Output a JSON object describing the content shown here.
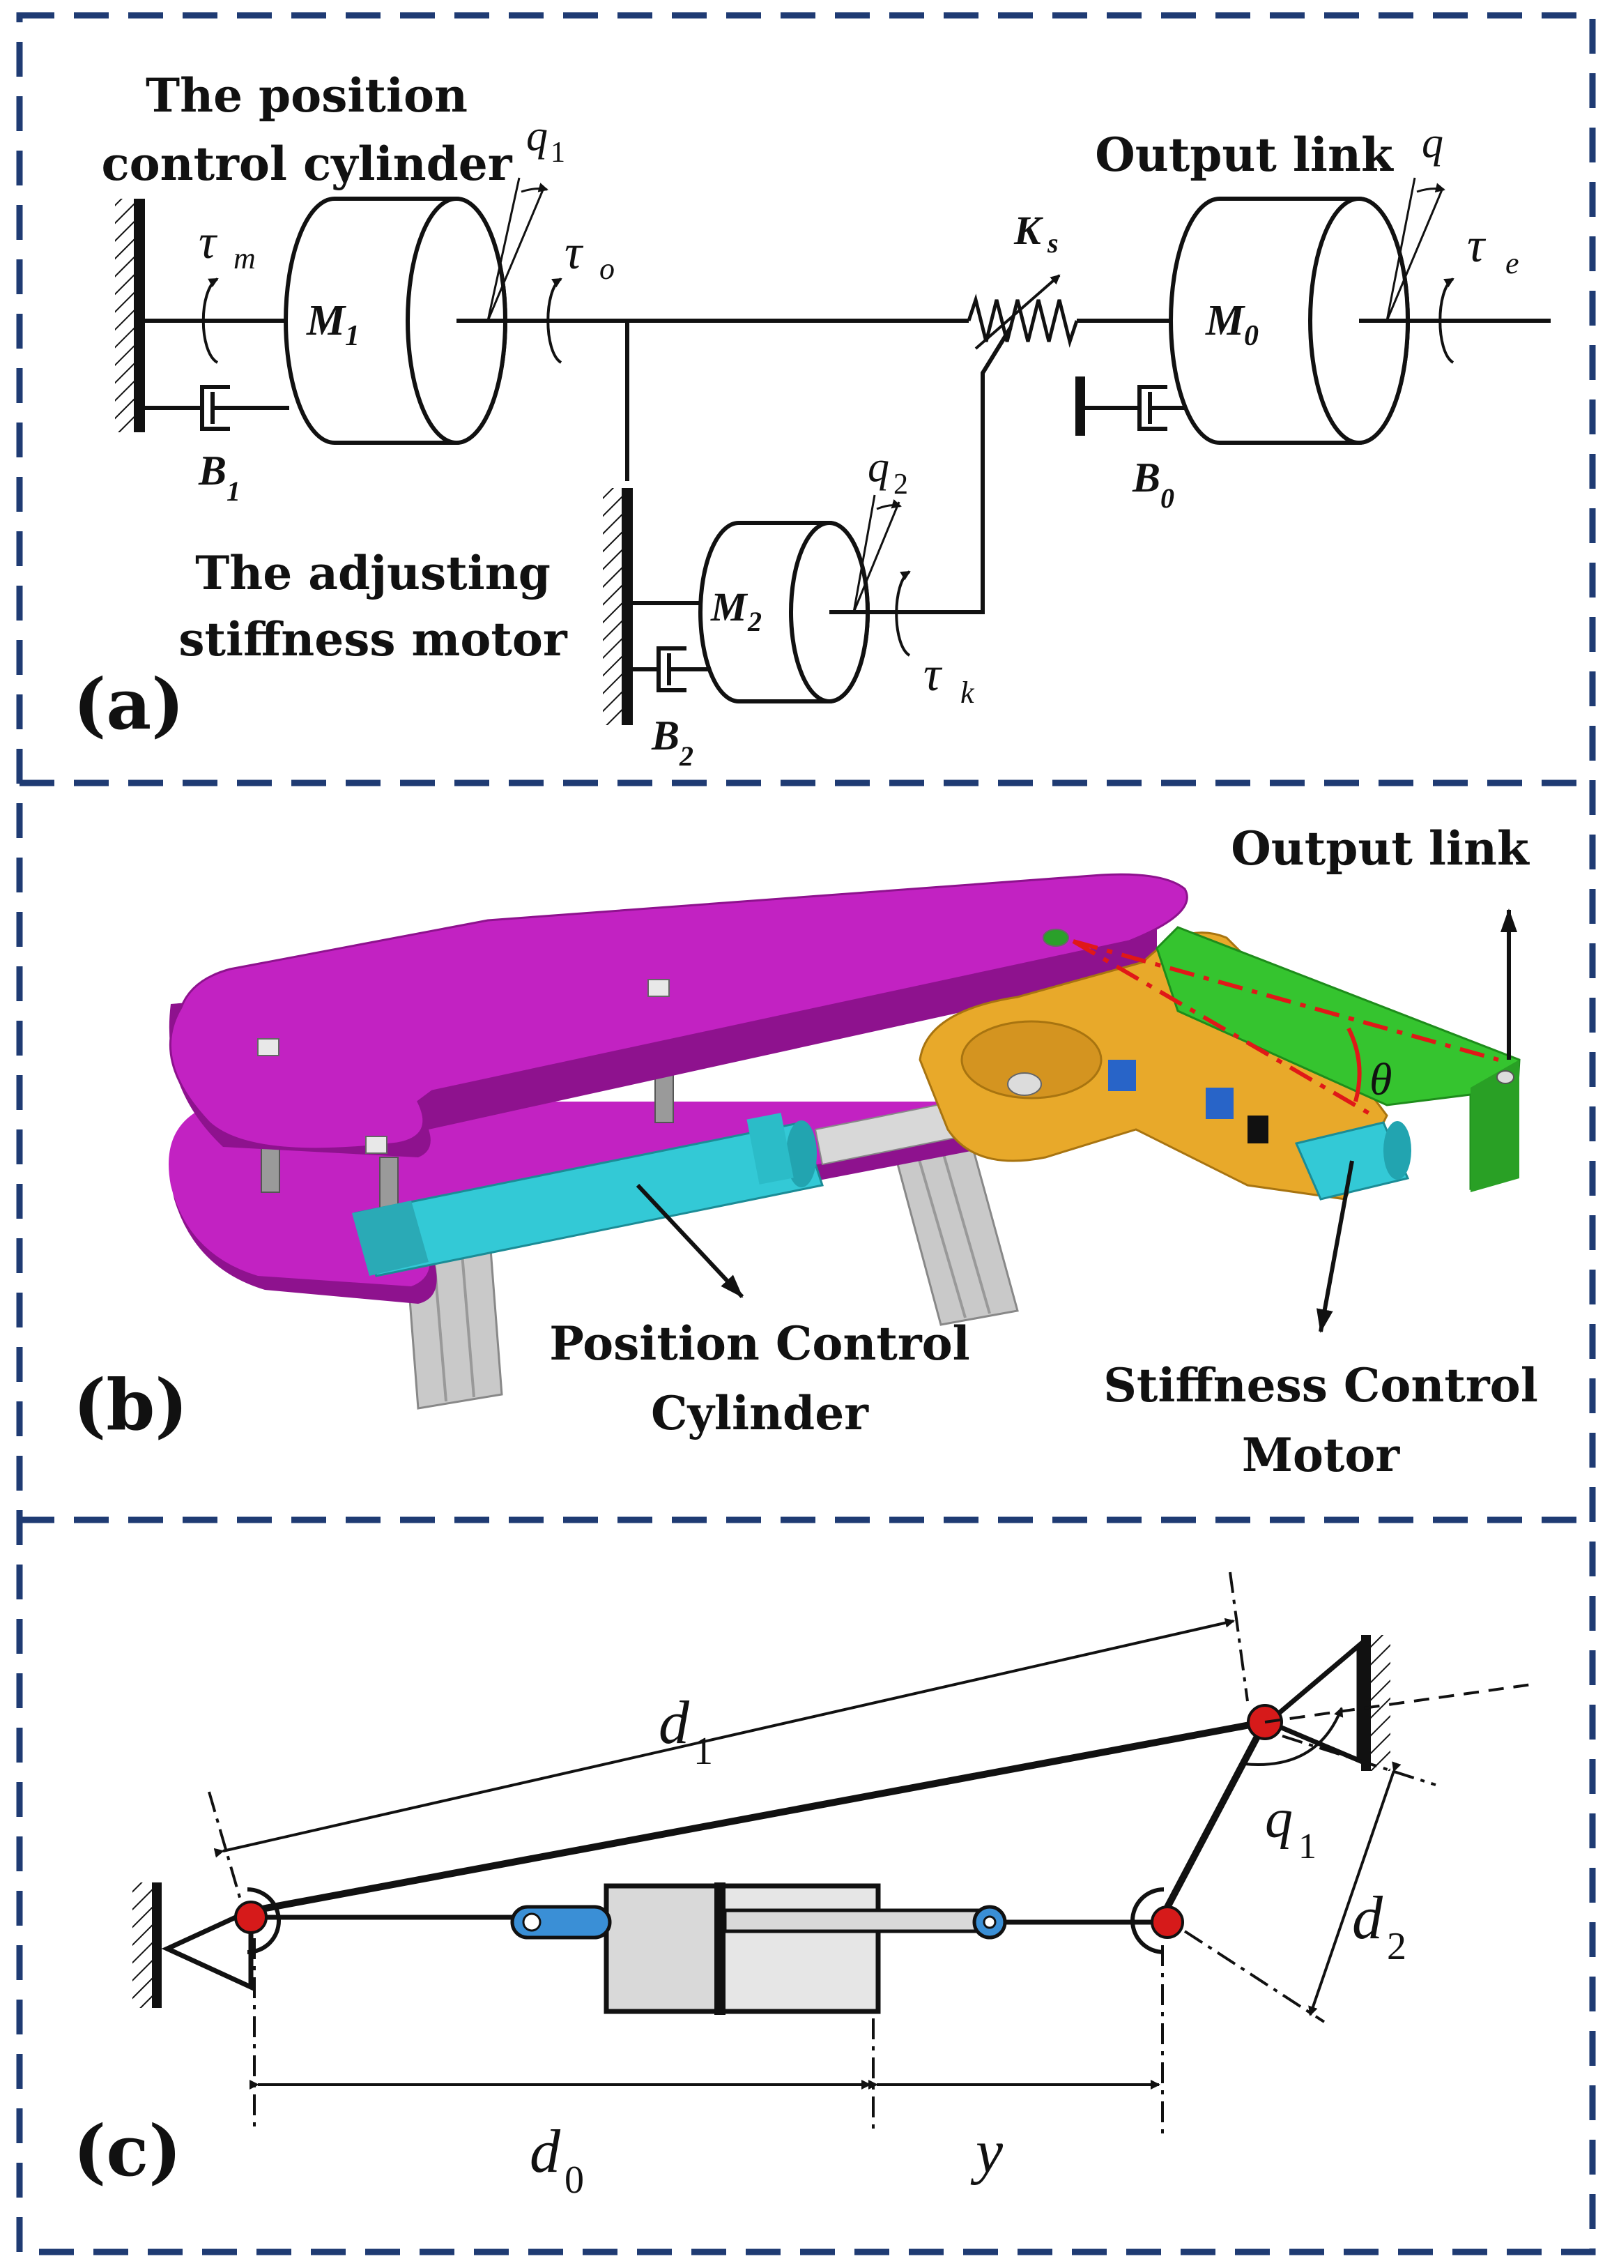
{
  "panel_a": {
    "tag": "(a)",
    "position_cylinder_label_1": "The position",
    "position_cylinder_label_2": "control cylinder",
    "adjusting_motor_label_1": "The adjusting",
    "adjusting_motor_label_2": "stiffness motor",
    "output_link_label": "Output link",
    "tau": "τ",
    "tau_m_sub": "m",
    "tau_o_sub": "o",
    "tau_k_sub": "k",
    "tau_e_sub": "e",
    "q": "q",
    "q1_sub": "1",
    "q2_sub": "2",
    "M": "M",
    "M1_sub": "1",
    "M2_sub": "2",
    "M0_sub": "0",
    "B": "B",
    "B1_sub": "1",
    "B2_sub": "2",
    "B0_sub": "0",
    "K": "K",
    "Ks_sub": "s"
  },
  "panel_b": {
    "tag": "(b)",
    "output_link_label": "Output link",
    "theta": "θ",
    "cylinder_label_1": "Position Control",
    "cylinder_label_2": "Cylinder",
    "motor_label_1": "Stiffness Control",
    "motor_label_2": "Motor"
  },
  "panel_c": {
    "tag": "(c)",
    "d": "d",
    "d1_sub": "1",
    "d2_sub": "2",
    "d0_sub": "0",
    "q": "q",
    "q1_sub": "1",
    "y": "y"
  },
  "colors": {
    "frame_dash": "#1f3b73",
    "plate": "#c222c2",
    "plate_dark": "#8e128e",
    "cylinder": "#33c9d6",
    "bracket": "#e8a92a",
    "output_link": "#35c42f",
    "rail": "#c9c9c9",
    "pivot_red": "#d61a1a",
    "rod_blue": "#3a8fd6",
    "dim_red": "#e01818"
  }
}
